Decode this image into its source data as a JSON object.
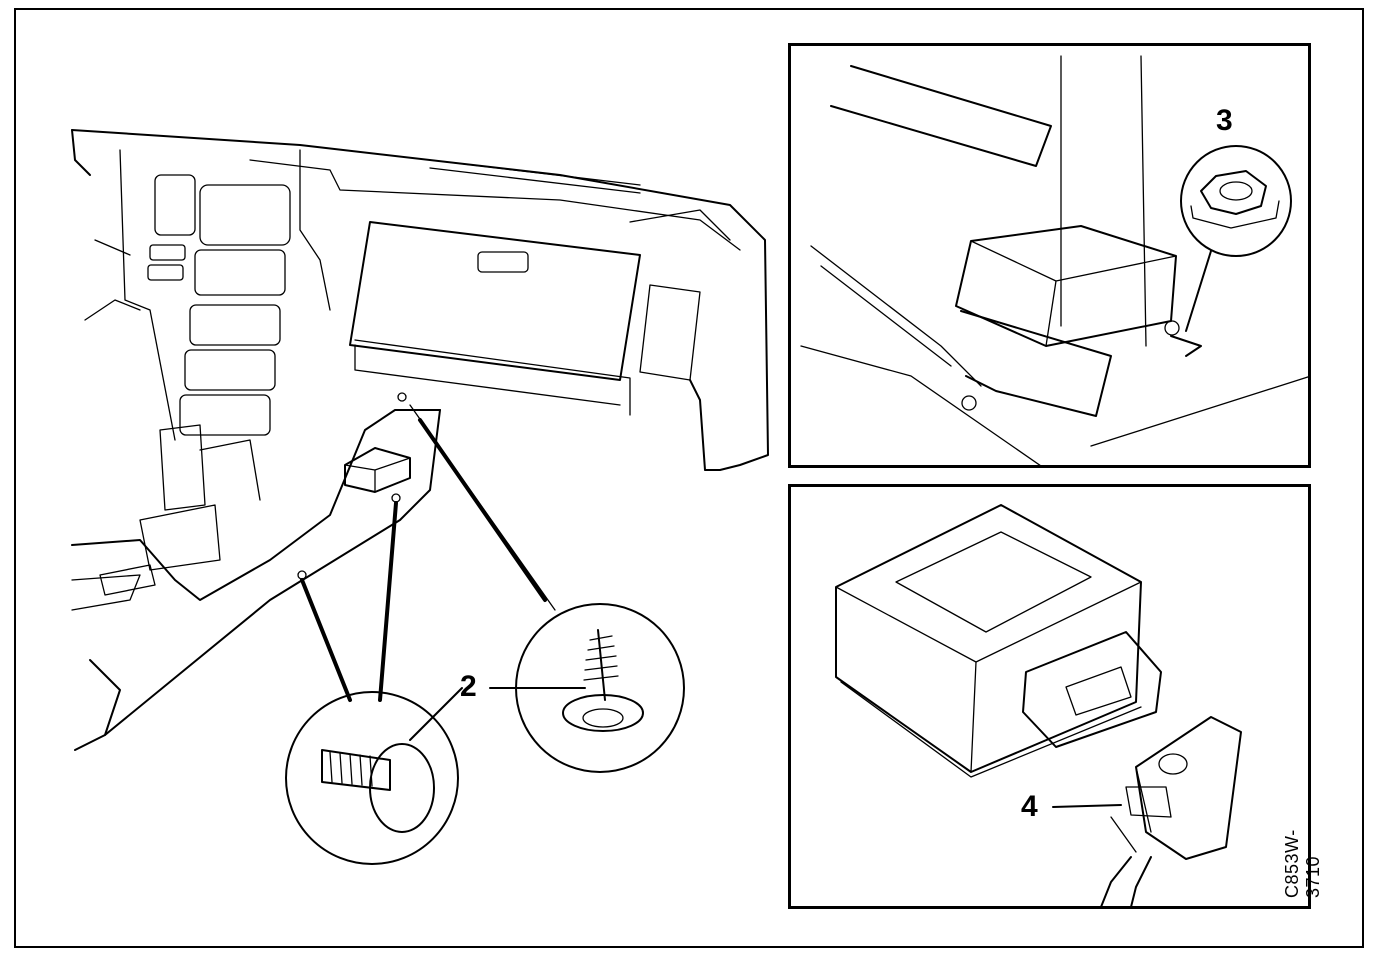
{
  "callouts": {
    "screw_label": "2",
    "nut_label": "3",
    "connector_label": "4"
  },
  "figure_code": "C853W-3710"
}
